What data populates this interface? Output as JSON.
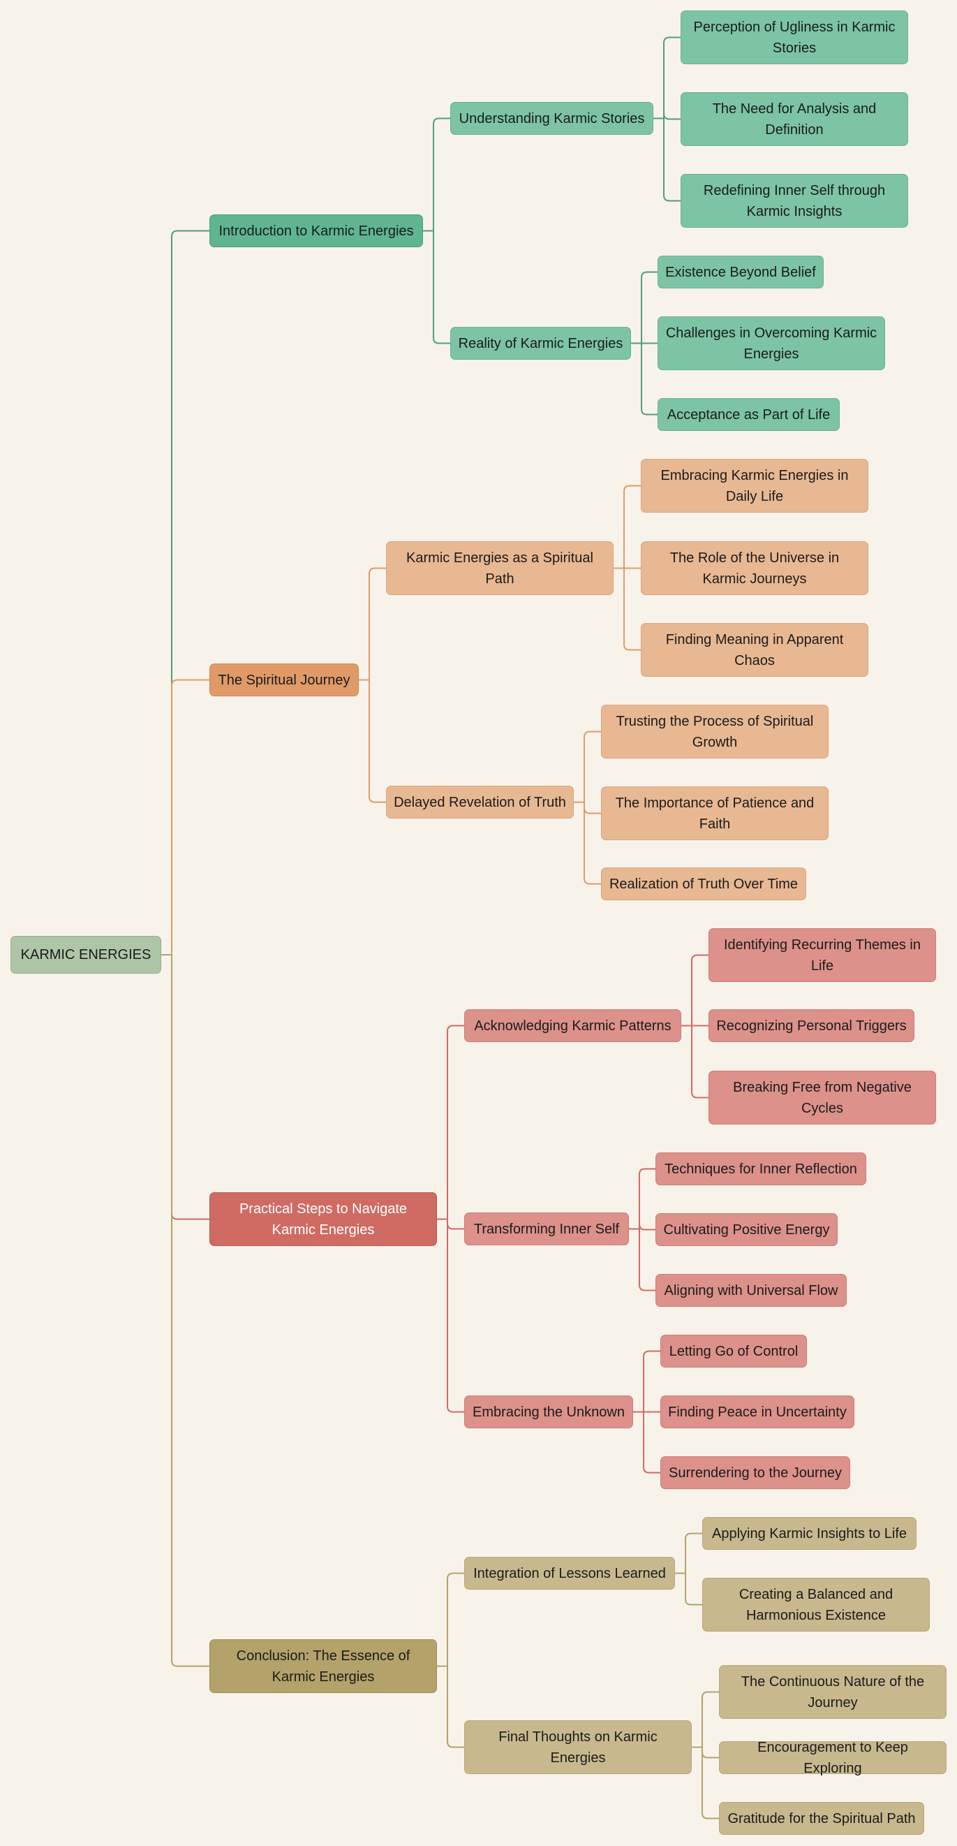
{
  "root": {
    "label": "KARMIC ENERGIES",
    "color": "#aec6a7"
  },
  "branches": [
    {
      "label": "Introduction to Karmic Energies",
      "color": "#4d9f7c",
      "children": [
        {
          "label": "Understanding Karmic Stories",
          "children": [
            "Perception of Ugliness in Karmic Stories",
            "The Need for Analysis and Definition",
            "Redefining Inner Self through Karmic Insights"
          ]
        },
        {
          "label": "Reality of Karmic Energies",
          "children": [
            "Existence Beyond Belief",
            "Challenges in Overcoming Karmic Energies",
            "Acceptance as Part of Life"
          ]
        }
      ]
    },
    {
      "label": "The Spiritual Journey",
      "color": "#e09a68",
      "children": [
        {
          "label": "Karmic Energies as a Spiritual Path",
          "children": [
            "Embracing Karmic Energies in Daily Life",
            "The Role of the Universe in Karmic Journeys",
            "Finding Meaning in Apparent Chaos"
          ]
        },
        {
          "label": "Delayed Revelation of Truth",
          "children": [
            "Trusting the Process of Spiritual Growth",
            "The Importance of Patience and Faith",
            "Realization of Truth Over Time"
          ]
        }
      ]
    },
    {
      "label": "Practical Steps to Navigate Karmic Energies",
      "color": "#cf6b63",
      "children": [
        {
          "label": "Acknowledging Karmic Patterns",
          "children": [
            "Identifying Recurring Themes in Life",
            "Recognizing Personal Triggers",
            "Breaking Free from Negative Cycles"
          ]
        },
        {
          "label": "Transforming Inner Self",
          "children": [
            "Techniques for Inner Reflection",
            "Cultivating Positive Energy",
            "Aligning with Universal Flow"
          ]
        },
        {
          "label": "Embracing the Unknown",
          "children": [
            "Letting Go of Control",
            "Finding Peace in Uncertainty",
            "Surrendering to the Journey"
          ]
        }
      ]
    },
    {
      "label": "Conclusion: The Essence of Karmic Energies",
      "color": "#b4a26b",
      "children": [
        {
          "label": "Integration of Lessons Learned",
          "children": [
            "Applying Karmic Insights to Life",
            "Creating a Balanced and Harmonious Existence"
          ]
        },
        {
          "label": "Final Thoughts on Karmic Energies",
          "children": [
            "The Continuous Nature of the Journey",
            "Encouragement to Keep Exploring",
            "Gratitude for the Spiritual Path"
          ]
        }
      ]
    }
  ]
}
